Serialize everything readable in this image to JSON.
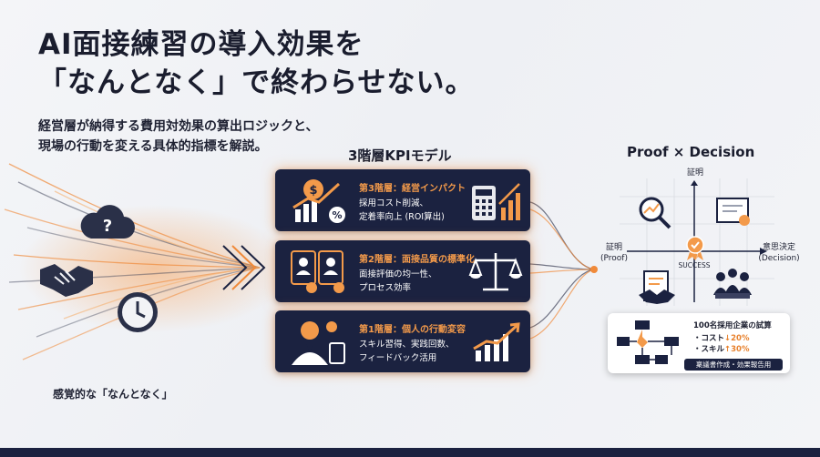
{
  "title": {
    "line1": "AI面接練習の導入効果を",
    "line2": "「なんとなく」で終わらせない。"
  },
  "subtitle": {
    "line1": "経営層が納得する費用対効果の算出ロジックと、",
    "line2": "現場の行動を変える具体的指標を解説。"
  },
  "left": {
    "label": "感覚的な「なんとなく」",
    "icons": [
      "cloud-question-icon",
      "handshake-icon",
      "clock-icon"
    ]
  },
  "kpi_model": {
    "heading": "3階層KPIモデル",
    "cards": [
      {
        "title": "第3階層：経営インパクト",
        "text": "採用コスト削減、\n定着率向上 (ROI算出)",
        "icon_left": "money-growth-icon",
        "icon_right": "calculator-chart-icon"
      },
      {
        "title": "第2階層：面接品質の標準化",
        "text": "面接評価の均一性、\nプロセス効率",
        "icon_left": "id-cards-icon",
        "icon_right": "scale-icon"
      },
      {
        "title": "第1階層：個人の行動変容",
        "text": "スキル習得、実践回数、\nフィードバック活用",
        "icon_left": "person-idea-icon",
        "icon_right": "growth-chart-icon"
      }
    ]
  },
  "proof": {
    "heading": "Proof × Decision",
    "top_label": "証明",
    "left_label": "証明",
    "left_sub": "(Proof)",
    "right_label": "意思決定",
    "right_sub": "(Decision)",
    "center_label": "SUCCESS",
    "icons": [
      "magnifier-chart-icon",
      "certificate-icon",
      "document-handshake-icon",
      "team-meeting-icon",
      "success-medal-icon"
    ],
    "box": {
      "title": "100名採用企業の試算",
      "cost_label": "・コスト",
      "cost_value": "↓20%",
      "skill_label": "・スキル",
      "skill_value": "↑30%",
      "button": "稟議書作成・効果報告用"
    }
  },
  "colors": {
    "navy": "#1b2240",
    "accent": "#f39a4a",
    "background": "#f2f3f6"
  }
}
